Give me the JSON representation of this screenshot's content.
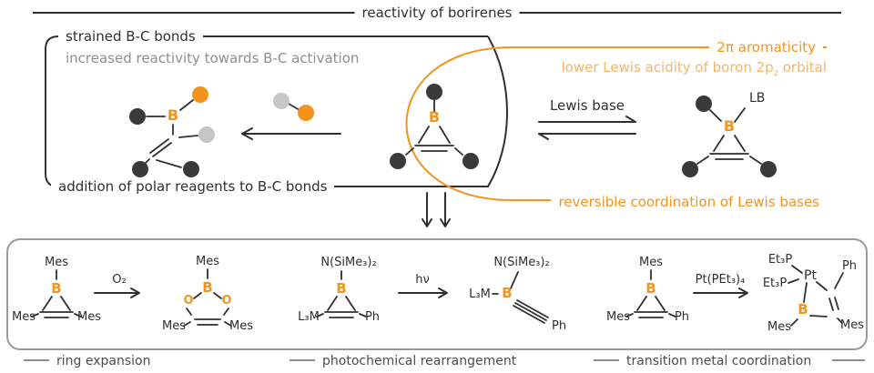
{
  "title": "reactivity of borirenes",
  "colors": {
    "accent_orange": "#f2941e",
    "accent_orange_light": "#f6b469",
    "ink_dark": "#2f2f2f",
    "text_gray": "#8e8e8e",
    "circle_dark": "#3a3a3a",
    "circle_gray": "#c6c6c6",
    "frame_gray": "#9a9a9a"
  },
  "strained_box": {
    "heading": "strained B-C bonds",
    "subheading": "increased reactivity towards B-C activation",
    "footer": "addition of polar reagents to B-C bonds"
  },
  "aromaticity_box": {
    "heading": "2π aromaticity",
    "subheading_main": "lower Lewis acidity of boron 2p",
    "subheading_sub": "z",
    "subheading_tail": " orbital",
    "footer": "reversible coordination of Lewis bases"
  },
  "equilibrium": {
    "label": "Lewis base",
    "adduct_label": "LB"
  },
  "chem": {
    "boron": "B",
    "oxygen": "O",
    "mes": "Mes",
    "ph": "Ph",
    "platinum": "Pt",
    "amide": "N(SiMe₃)₂",
    "metal_fragment": "L₃M",
    "phosphine": "Et₃P"
  },
  "reactions": {
    "ring_expansion": {
      "label": "ring expansion",
      "reagent": "O₂"
    },
    "photochemical": {
      "label": "photochemical rearrangement",
      "reagent": "hν"
    },
    "metal_coordination": {
      "label": "transition metal coordination",
      "reagent": "Pt(PEt₃)₄"
    }
  }
}
